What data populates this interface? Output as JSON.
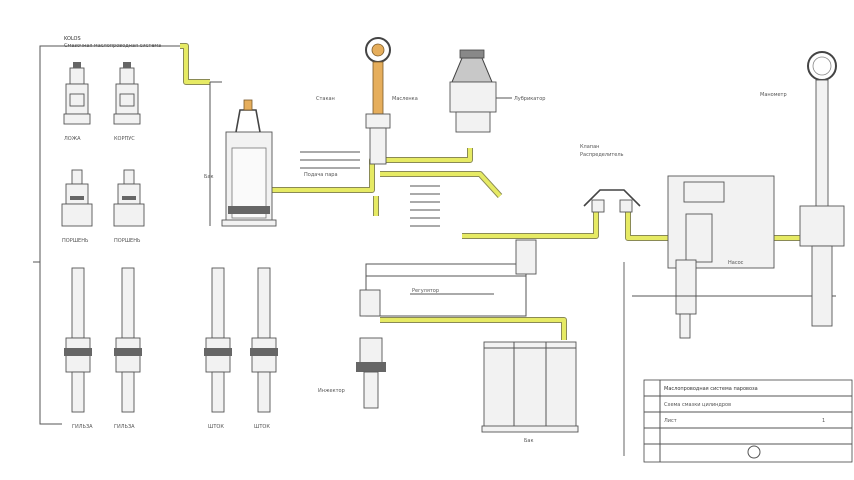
{
  "colors": {
    "pipe": "#e6ea64",
    "oil": "#e6ae5c",
    "ink": "#555555",
    "background": "#ffffff"
  },
  "labels": {
    "top_left": "KOLOS",
    "top_left_sub": "Смазочная маслопроводная система",
    "glass": "Стакан",
    "oil_glass": "Масленка",
    "lubricator": "Лубрикатор",
    "cylinder_note": "Подача пара",
    "valve_note": "Регулятор",
    "reg_a": "Клапан",
    "reg_b": "Распределитель",
    "tank": "Бак",
    "pump": "Насос",
    "injector": "Инжектор",
    "manometer": "Манометр",
    "left_row1_a": "ЛОЖА",
    "left_row1_b": "КОРПУС",
    "left_row2_a": "ПОРШЕНЬ",
    "left_row2_b": "ПОРШЕНЬ",
    "left_row3_a": "ГИЛЬЗА",
    "left_row3_b": "ГИЛЬЗА",
    "mid_row_a": "ШТОК",
    "mid_row_b": "ШТОК"
  },
  "title_block": {
    "line1": "Маслопроводная система паровоза",
    "line2": "Схема смазки цилиндров",
    "line3": "Лист",
    "sheet_no": "1"
  }
}
